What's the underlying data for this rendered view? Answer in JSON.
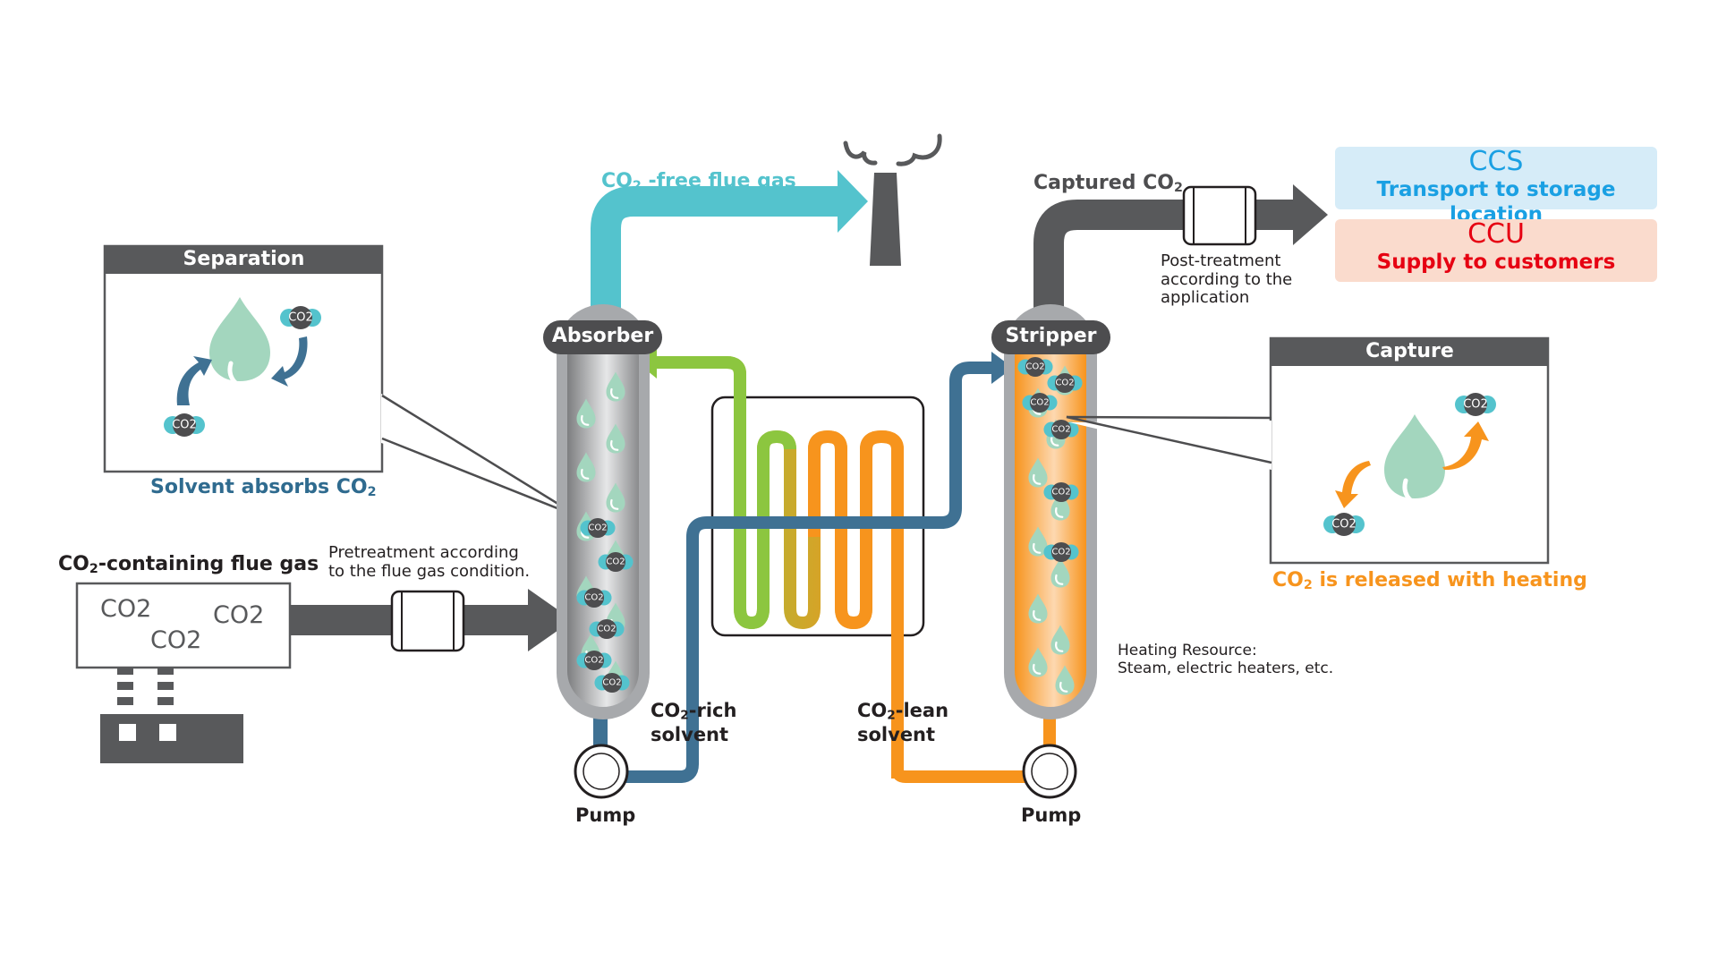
{
  "colors": {
    "flue_gas_clean": "#54c3cd",
    "dark_gray": "#58595b",
    "rich_solvent": "#3f7193",
    "lean_solvent_green": "#8cc63f",
    "lean_solvent_orange": "#f7941d",
    "solvent_drop": "#a3d6be",
    "co2_teal": "#54c3cd",
    "ccs_bg": "#d6ecf8",
    "ccs_text": "#1aa0e3",
    "ccu_bg": "#fadbcd",
    "ccu_text": "#e60012",
    "separation_caption": "#2f6b8f",
    "capture_caption": "#f7941d"
  },
  "source": {
    "title": "CO₂-containing flue gas",
    "title_main": "CO",
    "title_sub": "2",
    "title_rest": "-containing flue gas",
    "co2_labels": [
      "CO2",
      "CO2",
      "CO2"
    ]
  },
  "pretreatment": {
    "line1": "Pretreatment according",
    "line2": "to the flue gas condition."
  },
  "separation_panel": {
    "title": "Separation",
    "molecule_label": "CO2",
    "caption_main": "Solvent absorbs CO",
    "caption_sub": "2"
  },
  "absorber": {
    "label": "Absorber",
    "molecule_label": "CO2"
  },
  "stripper": {
    "label": "Stripper",
    "molecule_label": "CO2"
  },
  "clean_gas": {
    "label_main": "CO",
    "label_sub": "2",
    "label_rest": " -free flue gas"
  },
  "captured": {
    "label_main": "Captured CO",
    "label_sub": "2"
  },
  "post_treatment": {
    "line1": "Post-treatment",
    "line2": "according to the",
    "line3": "application"
  },
  "destinations": {
    "ccs": {
      "title": "CCS",
      "subtitle": "Transport to storage location"
    },
    "ccu": {
      "title": "CCU",
      "subtitle": "Supply to customers"
    }
  },
  "capture_panel": {
    "title": "Capture",
    "molecule_label": "CO2",
    "caption_main": "CO",
    "caption_sub": "2",
    "caption_rest": " is released with heating"
  },
  "rich_solvent": {
    "line1_main": "CO",
    "line1_sub": "2",
    "line1_rest": "-rich",
    "line2": "solvent"
  },
  "lean_solvent": {
    "line1_main": "CO",
    "line1_sub": "2",
    "line1_rest": "-lean",
    "line2": "solvent"
  },
  "pumps": {
    "left_label": "Pump",
    "right_label": "Pump"
  },
  "heating": {
    "line1": "Heating Resource:",
    "line2": "Steam, electric heaters, etc."
  }
}
